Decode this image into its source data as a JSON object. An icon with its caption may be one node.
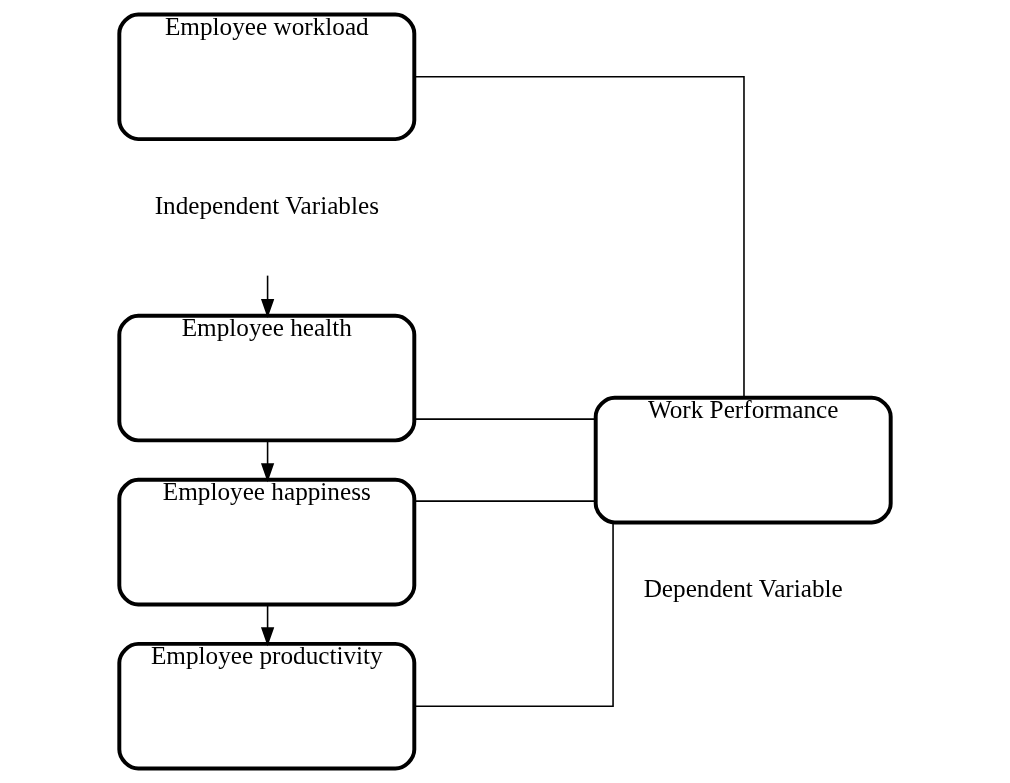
{
  "diagram": {
    "nodes": [
      {
        "text": [
          "Employee health"
        ]
      },
      {
        "text": [
          "Employee happiness"
        ]
      },
      {
        "text": [
          "Employee productivity"
        ]
      },
      {
        "text": [
          "Employee workload"
        ]
      },
      {
        "text": [
          "Work Performance"
        ]
      }
    ],
    "edges": [
      {
        "from": null,
        "to": 0,
        "arrow": "to"
      },
      {
        "from": 0,
        "to": 1,
        "arrow": "to"
      },
      {
        "from": 1,
        "to": 2,
        "arrow": "to"
      },
      {
        "from": 0,
        "to": 4,
        "arrow": "none"
      },
      {
        "from": 1,
        "to": 4,
        "arrow": "none"
      },
      {
        "from": 2,
        "to": 4,
        "arrow": "none"
      },
      {
        "from": 3,
        "to": 4,
        "arrow": "none"
      }
    ],
    "labels": [
      "Independent Variables",
      "Dependent Variable"
    ]
  }
}
